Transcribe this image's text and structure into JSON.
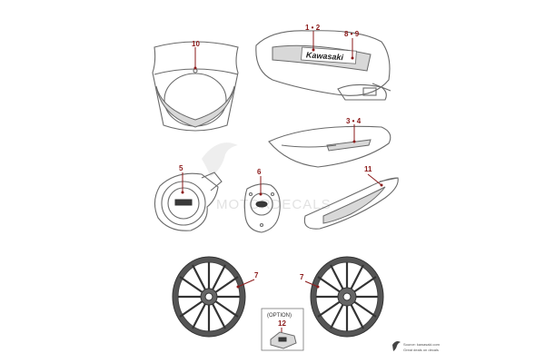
{
  "callouts": {
    "c10": "10",
    "c1_2": "1 • 2",
    "c8_9": "8 • 9",
    "c3_4": "3 • 4",
    "c5": "5",
    "c6": "6",
    "c11": "11",
    "c7_left": "7",
    "c7_right": "7",
    "c12": "12"
  },
  "labels": {
    "tank_brand": "Kawasaki",
    "option_box": "(OPTION)",
    "watermark": "MOTORDECALS",
    "credit_line1": "Source: kawasaki.com",
    "credit_line2": "Great deals on decals"
  },
  "colors": {
    "callout": "#8b1a1a",
    "line_art": "#6a6a6a",
    "watermark": "#cfcfcf"
  }
}
